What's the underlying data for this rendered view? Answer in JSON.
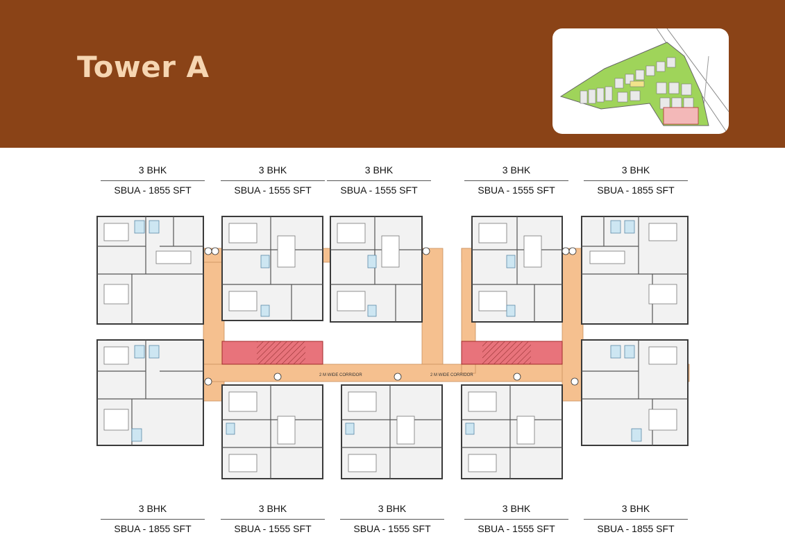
{
  "title": "Tower A",
  "corridor_labels": {
    "vertical": "2 M WIDE CORRIDOR",
    "horizontal": "2 M WIDE CORRIDOR"
  },
  "top_units": [
    {
      "bhk": "3 BHK",
      "sbua": "SBUA - 1855 SFT"
    },
    {
      "bhk": "3 BHK",
      "sbua": "SBUA - 1555 SFT"
    },
    {
      "bhk": "3 BHK",
      "sbua": "SBUA - 1555 SFT"
    },
    {
      "bhk": "3 BHK",
      "sbua": "SBUA - 1555 SFT"
    },
    {
      "bhk": "3 BHK",
      "sbua": "SBUA - 1855 SFT"
    }
  ],
  "bottom_units": [
    {
      "bhk": "3 BHK",
      "sbua": "SBUA - 1855 SFT"
    },
    {
      "bhk": "3 BHK",
      "sbua": "SBUA - 1555 SFT"
    },
    {
      "bhk": "3 BHK",
      "sbua": "SBUA - 1555 SFT"
    },
    {
      "bhk": "3 BHK",
      "sbua": "SBUA - 1555 SFT"
    },
    {
      "bhk": "3 BHK",
      "sbua": "SBUA - 1855 SFT"
    }
  ],
  "colors": {
    "header": "#8a4317",
    "title": "#f6d6b2",
    "corridor": "#f5c08f",
    "staircase": "#e8737b",
    "unit_wall": "#3a3a3a",
    "keyplan_site": "#9fd45a"
  }
}
